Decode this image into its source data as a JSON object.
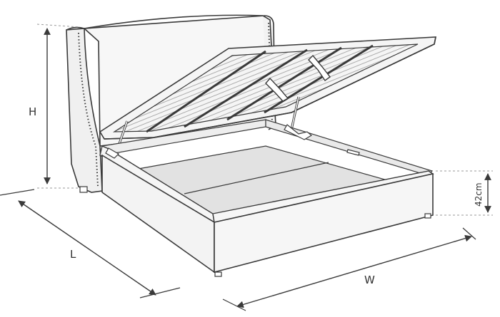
{
  "dimensions": {
    "height": "H",
    "length": "L",
    "width": "W",
    "base_height": "42cm"
  },
  "colors": {
    "line": "#3a3a3a",
    "panel": "#f4f4f4",
    "slat_shade": "#d9d9d9",
    "base_board": "#e2e2e2",
    "dash": "#9a9a9a"
  }
}
